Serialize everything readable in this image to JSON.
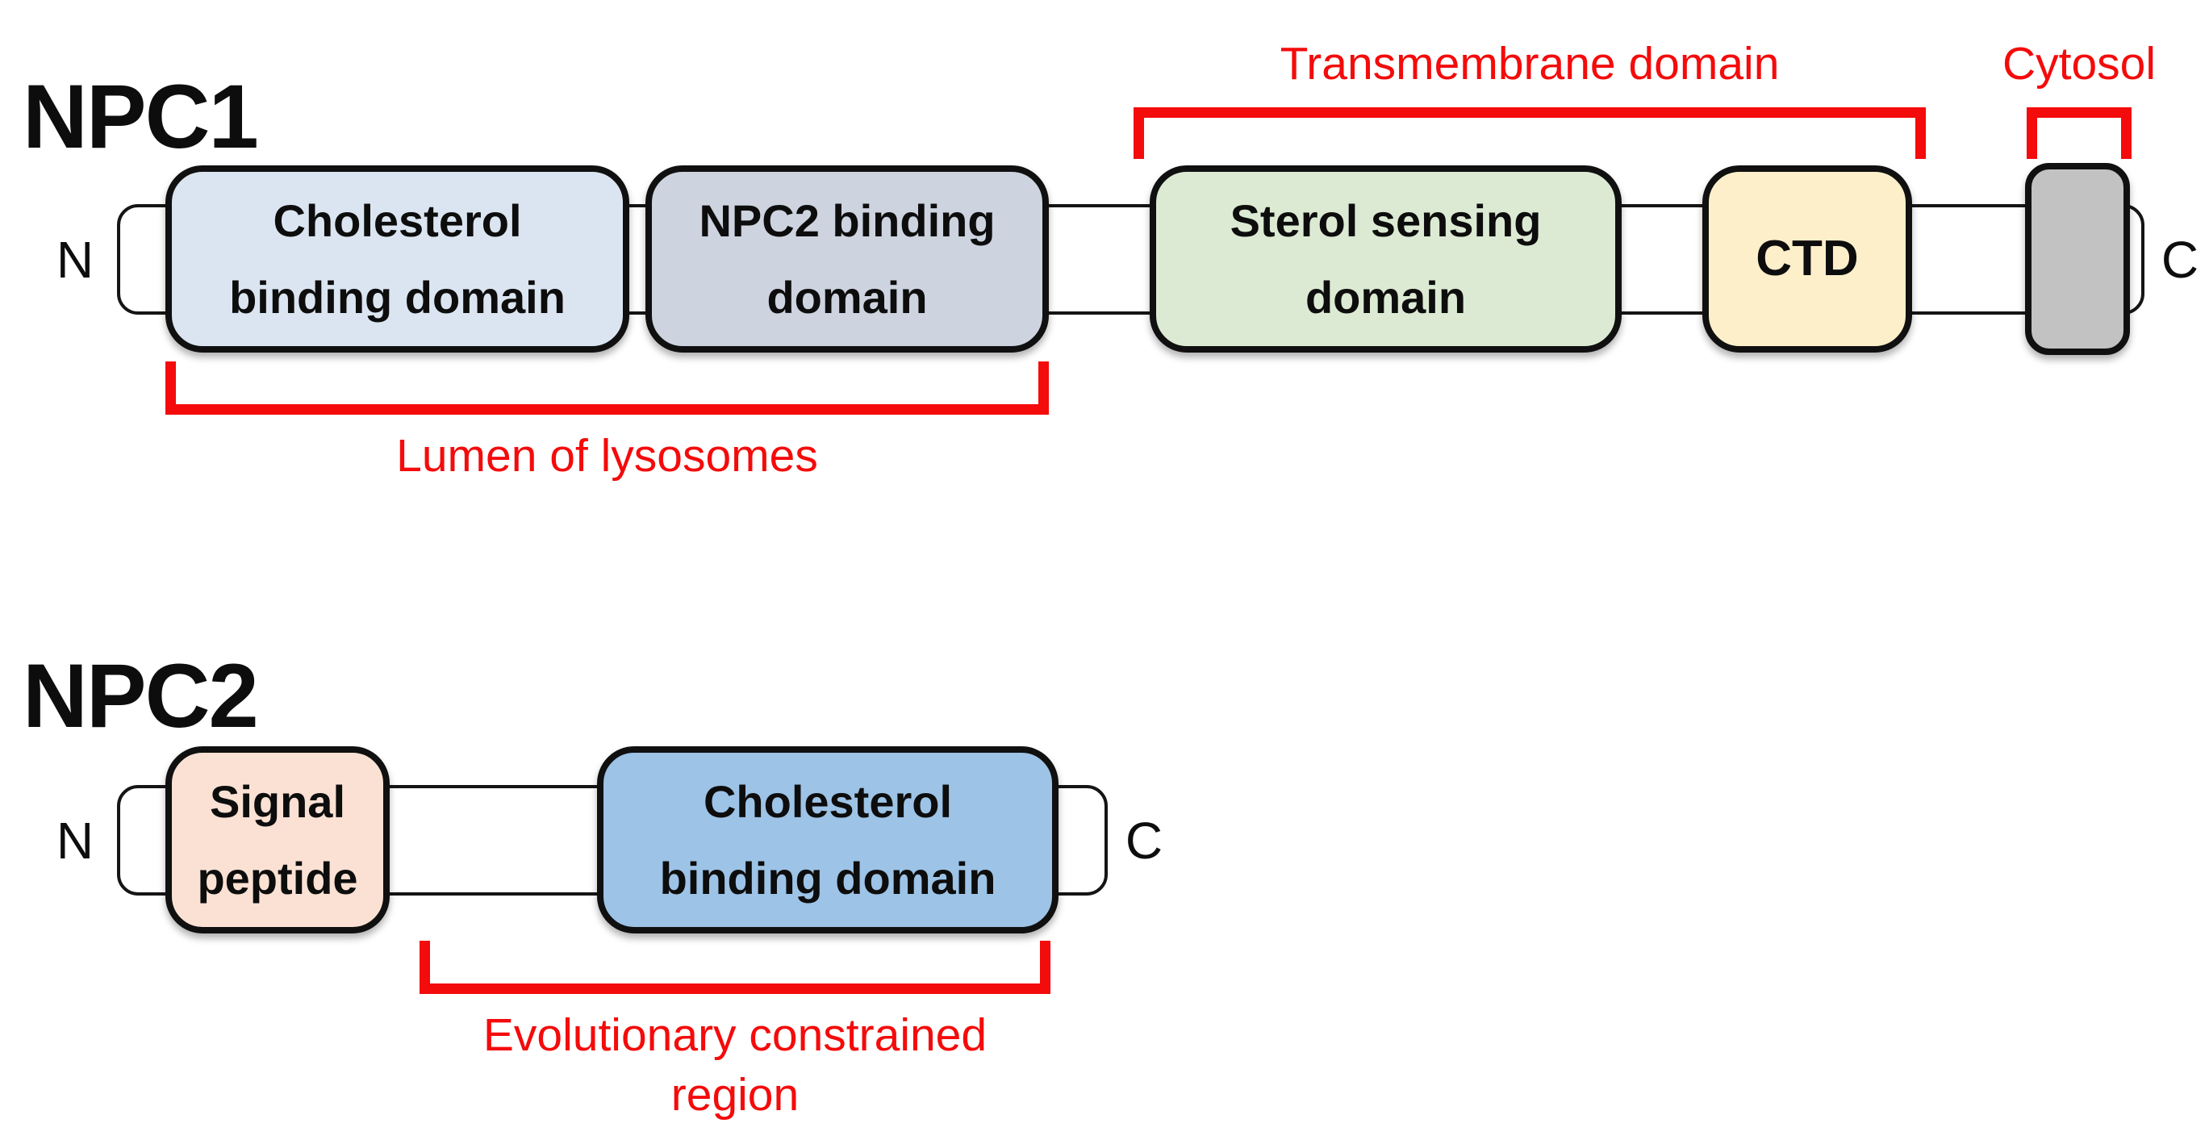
{
  "colors": {
    "background": "#ffffff",
    "ink": "#0d0d0d",
    "red": "#f40b0b"
  },
  "npc1": {
    "title": "NPC1",
    "n_terminus": "N",
    "c_terminus": "C",
    "domains": [
      {
        "id": "cholesterol-binding-domain",
        "label": "Cholesterol binding domain",
        "fill": "#dbe5f1"
      },
      {
        "id": "npc2-binding-domain",
        "label": "NPC2 binding domain",
        "fill": "#cdd3df"
      },
      {
        "id": "sterol-sensing-domain",
        "label": "Sterol sensing domain",
        "fill": "#dcead3"
      },
      {
        "id": "ctd",
        "label": "CTD",
        "fill": "#fcefca"
      },
      {
        "id": "transmembrane-segment",
        "label": "",
        "fill": "#c2c2c2"
      }
    ],
    "annotations": {
      "transmembrane": "Transmembrane domain",
      "cytosol": "Cytosol",
      "lumen": "Lumen of lysosomes"
    }
  },
  "npc2": {
    "title": "NPC2",
    "n_terminus": "N",
    "c_terminus": "C",
    "domains": [
      {
        "id": "signal-peptide",
        "label": "Signal peptide",
        "fill": "#fae1d3"
      },
      {
        "id": "cholesterol-binding-domain",
        "label": "Cholesterol binding domain",
        "fill": "#9dc3e6"
      }
    ],
    "annotations": {
      "evolutionary": "Evolutionary constrained\nregion"
    }
  }
}
